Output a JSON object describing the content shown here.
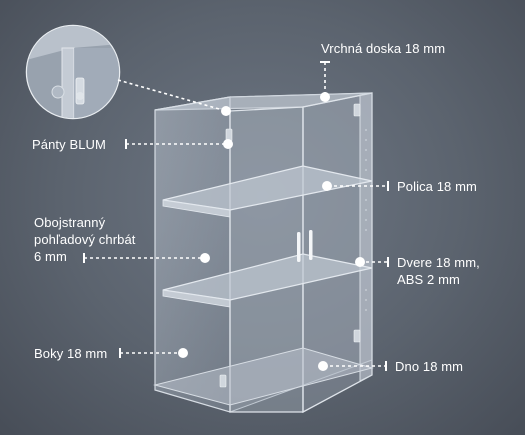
{
  "labels": {
    "top_board": "Vrchná doska 18 mm",
    "hinges": "Pánty BLUM",
    "shelf": "Polica 18 mm",
    "back_line1": "Obojstranný",
    "back_line2": "pohľadový chrbát",
    "back_line3": "6 mm",
    "doors_line1": "Dvere 18 mm,",
    "doors_line2": "ABS 2 mm",
    "sides": "Boky 18 mm",
    "bottom": "Dno 18 mm"
  },
  "colors": {
    "background": "#5b636e",
    "glass_fill": "#aab3bf",
    "glass_edge": "#d7dde4",
    "dot": "#ffffff",
    "leader": "#ffffff"
  }
}
